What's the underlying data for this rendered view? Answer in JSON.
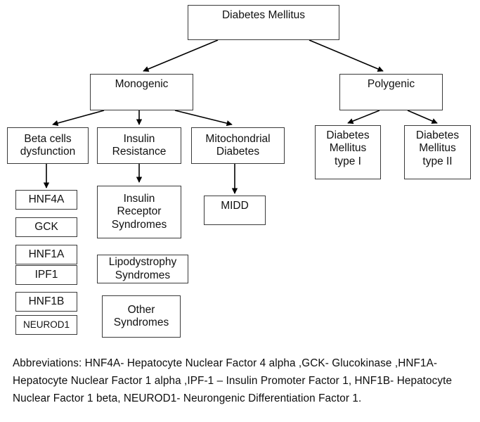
{
  "diagram": {
    "title_node": {
      "label": "Diabetes Mellitus"
    },
    "level2": [
      {
        "id": "monogenic",
        "label": "Monogenic"
      },
      {
        "id": "polygenic",
        "label": "Polygenic"
      }
    ],
    "monogenic_children": [
      {
        "id": "beta-cells-dysfunction",
        "label": "Beta cells\ndysfunction"
      },
      {
        "id": "insulin-resistance",
        "label": "Insulin\nResistance"
      },
      {
        "id": "mitochondrial-diabetes",
        "label": "Mitochondrial\nDiabetes"
      }
    ],
    "polygenic_children": [
      {
        "id": "diabetes-mellitus-type-1",
        "label": "Diabetes\nMellitus\ntype I"
      },
      {
        "id": "diabetes-mellitus-type-2",
        "label": "Diabetes\nMellitus\ntype II"
      }
    ],
    "genes": [
      {
        "id": "hnf4a",
        "label": "HNF4A"
      },
      {
        "id": "gck",
        "label": "GCK"
      },
      {
        "id": "hnf1a",
        "label": "HNF1A"
      },
      {
        "id": "ipf1",
        "label": "IPF1"
      },
      {
        "id": "hnf1b",
        "label": "HNF1B"
      },
      {
        "id": "neurod1",
        "label": "NEUROD1"
      }
    ],
    "insulin_resistance_children": [
      {
        "id": "insulin-receptor-syndromes",
        "label": "Insulin\nReceptor\nSyndromes"
      },
      {
        "id": "lipodystrophy-syndromes",
        "label": "Lipodystrophy\nSyndromes"
      },
      {
        "id": "other-syndromes",
        "label": "Other\nSyndromes"
      }
    ],
    "mitochondrial_children": [
      {
        "id": "midd",
        "label": "MIDD"
      }
    ],
    "colors": {
      "box_border": "#3a3a3a",
      "connector": "#000000",
      "background": "#ffffff",
      "text": "#111111"
    }
  },
  "caption": {
    "text": "Abbreviations: HNF4A- Hepatocyte Nuclear Factor 4 alpha ,GCK- Glucokinase ,HNF1A- Hepatocyte Nuclear Factor 1 alpha ,IPF-1 – Insulin Promoter Factor 1, HNF1B- Hepatocyte Nuclear Factor 1 beta, NEUROD1- Neurongenic Differentiation Factor 1."
  }
}
